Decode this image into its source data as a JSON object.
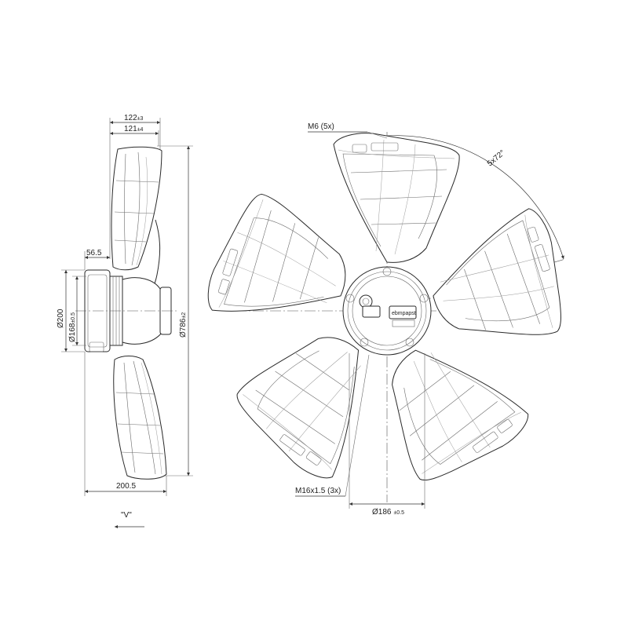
{
  "side_view": {
    "dim_top_1": "122",
    "dim_top_1_tol": "±3",
    "dim_top_2": "121",
    "dim_top_2_tol": "±4",
    "dim_hub_depth": "56.5",
    "dim_dia_200": "Ø200",
    "dim_dia_168": "Ø168",
    "dim_dia_168_tol": "±0.5",
    "dim_dia_786": "Ø786",
    "dim_dia_786_tol": "±2",
    "dim_bottom": "200.5",
    "view_label": "\"V\""
  },
  "front_view": {
    "thread_m6": "M6 (5x)",
    "angle": "5x72°",
    "thread_m16": "M16x1.5 (3x)",
    "dim_dia_186": "Ø186",
    "dim_dia_186_tol": "±0.5",
    "brand_label": "ebmpapst",
    "blade_count": 5
  }
}
